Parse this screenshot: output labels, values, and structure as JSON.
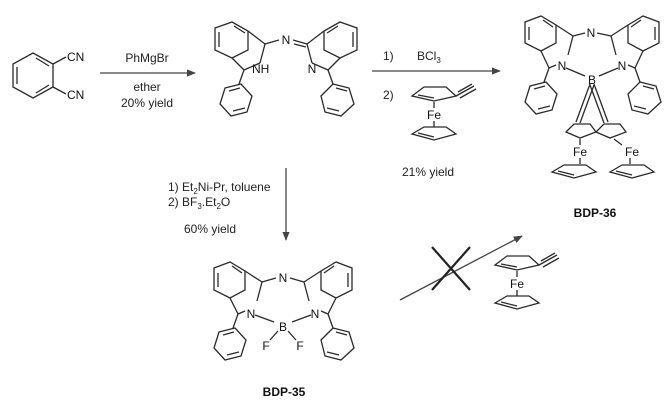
{
  "colors": {
    "ink": "#2a2a2a",
    "arrow": "#444444",
    "background": "#ffffff"
  },
  "atoms": {
    "cn": "CN",
    "n": "N",
    "nh": "NH",
    "b": "B",
    "f": "F",
    "fe": "Fe"
  },
  "reactions": {
    "step1": {
      "reagent": "PhMgBr",
      "solvent": "ether",
      "yield": "20% yield"
    },
    "step2": {
      "item1_num": "1)",
      "item1_reagent": "BCl",
      "item1_sub": "3",
      "item2_num": "2)",
      "yield": "21% yield"
    },
    "step3": {
      "line1_pre": "1) Et",
      "line1_sub": "2",
      "line1_post": "Ni-Pr, toluene",
      "line2_pre": "2) BF",
      "line2_sub1": "3",
      "line2_mid": ".Et",
      "line2_sub2": "2",
      "line2_post": "O",
      "yield": "60% yield"
    },
    "step4": {
      "status": "no reaction"
    }
  },
  "compounds": {
    "product_bottom": "BDP-35",
    "product_right": "BDP-36"
  }
}
